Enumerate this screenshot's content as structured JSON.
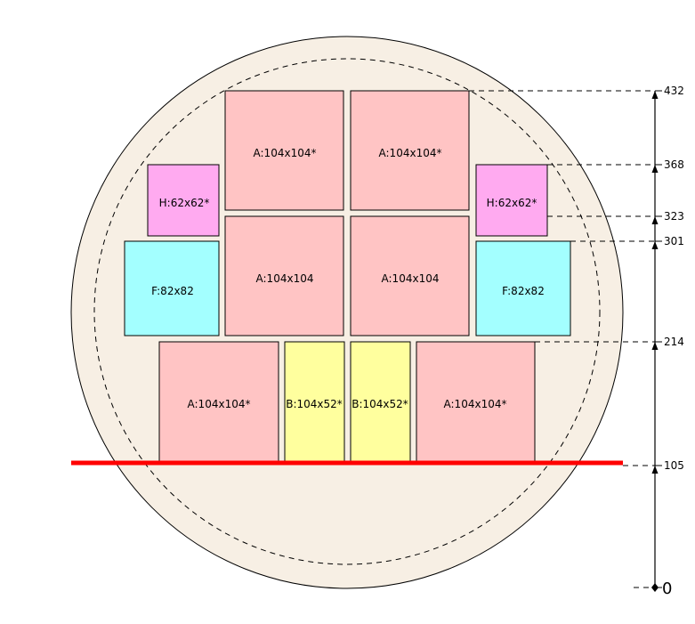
{
  "colors": {
    "wafer_fill": "#f7efe4",
    "outline": "#000000",
    "cut_line": "#ff0000",
    "A": "#ffc4c4",
    "B": "#ffff9e",
    "F": "#a3ffff",
    "H": "#ffaaf0"
  },
  "blocks": [
    {
      "label": "A:104x104*",
      "type": "A"
    },
    {
      "label": "A:104x104*",
      "type": "A"
    },
    {
      "label": "H:62x62*",
      "type": "H"
    },
    {
      "label": "H:62x62*",
      "type": "H"
    },
    {
      "label": "F:82x82",
      "type": "F"
    },
    {
      "label": "A:104x104",
      "type": "A"
    },
    {
      "label": "A:104x104",
      "type": "A"
    },
    {
      "label": "F:82x82",
      "type": "F"
    },
    {
      "label": "A:104x104*",
      "type": "A"
    },
    {
      "label": "B:104x52*",
      "type": "B"
    },
    {
      "label": "B:104x52*",
      "type": "B"
    },
    {
      "label": "A:104x104*",
      "type": "A"
    }
  ],
  "scale": {
    "ticks": [
      "432",
      "368",
      "323",
      "301",
      "214",
      "105"
    ],
    "zero": "0"
  }
}
